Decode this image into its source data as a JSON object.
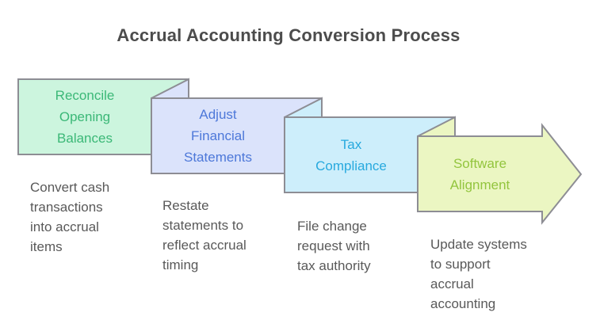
{
  "title": "Accrual Accounting Conversion Process",
  "colors": {
    "background": "#ffffff",
    "title_text": "#4c4c4c",
    "description_text": "#595959",
    "shape_border": "#8d8d94"
  },
  "steps": [
    {
      "label": "Reconcile\nOpening\nBalances",
      "description": "Convert cash\ntransactions\ninto accrual\nitems",
      "fill_color": "#ccf5de",
      "label_color": "#3bb877"
    },
    {
      "label": "Adjust\nFinancial\nStatements",
      "description": "Restate\nstatements to\nreflect accrual\ntiming",
      "fill_color": "#dbe3fb",
      "label_color": "#4d78d9"
    },
    {
      "label": "Tax\nCompliance",
      "description": "File change\nrequest with\ntax authority",
      "fill_color": "#cdeefb",
      "label_color": "#27a9de"
    },
    {
      "label": "Software\nAlignment",
      "description": "Update systems\nto support\naccrual\naccounting",
      "fill_color": "#ebf6c2",
      "label_color": "#93c53e"
    }
  ]
}
